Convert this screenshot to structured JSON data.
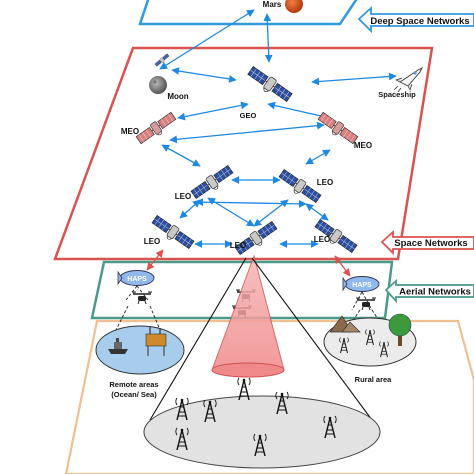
{
  "layers": {
    "deep_space": {
      "title": "Deep Space Networks"
    },
    "space": {
      "title": "Space Networks"
    },
    "aerial": {
      "title": "Aerial Networks"
    }
  },
  "nodes": {
    "mars": "Mars",
    "moon": "Moon",
    "geo": "GEO",
    "spaceship": "Spaceship",
    "meo_left": "MEO",
    "meo_right": "MEO",
    "leo_mid_left": "LEO",
    "leo_mid_right": "LEO",
    "leo_bottom_left": "LEO",
    "leo_bottom_mid": "LEO",
    "leo_bottom_right": "LEO",
    "haps_left": "HAPS",
    "haps_right": "HAPS"
  },
  "ground": {
    "remote_title": "Remote areas",
    "remote_sub": "(Ocean/ Sea)",
    "rural": "Rural area"
  },
  "colors": {
    "deep_space_border": "#3399dd",
    "space_border": "#d9534f",
    "aerial_border": "#4a9a8a",
    "terrestrial_border": "#f0c090",
    "link": "#1e88e5",
    "beam": "#f4a0a0"
  },
  "icons": [
    "satellite-icon",
    "moon-icon",
    "mars-icon",
    "spaceship-icon",
    "drone-icon",
    "blimp-icon",
    "cell-tower-icon",
    "ship-icon",
    "tree-icon",
    "mountain-icon"
  ]
}
